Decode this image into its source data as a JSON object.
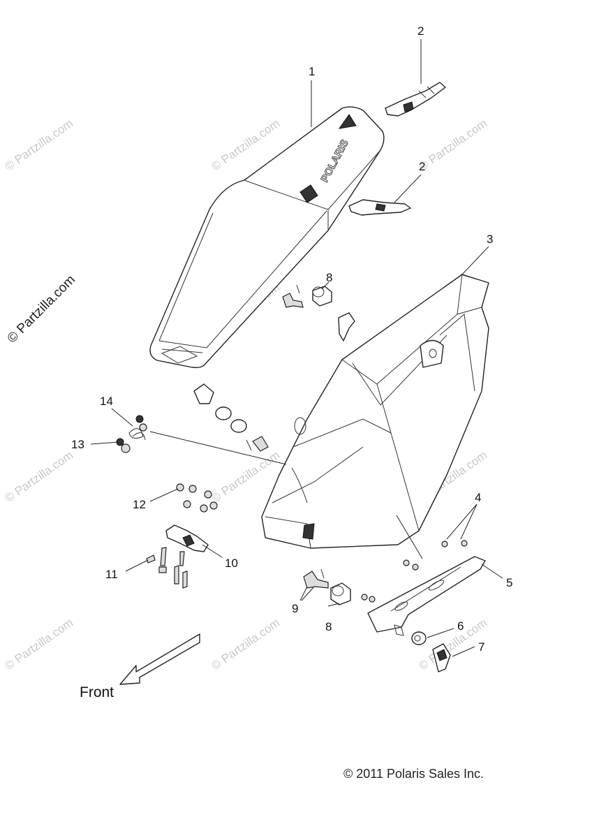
{
  "diagram": {
    "callouts": [
      {
        "id": "c1",
        "text": "1"
      },
      {
        "id": "c2a",
        "text": "2"
      },
      {
        "id": "c2b",
        "text": "2"
      },
      {
        "id": "c3",
        "text": "3"
      },
      {
        "id": "c4",
        "text": "4"
      },
      {
        "id": "c5",
        "text": "5"
      },
      {
        "id": "c6",
        "text": "6"
      },
      {
        "id": "c7",
        "text": "7"
      },
      {
        "id": "c8a",
        "text": "8"
      },
      {
        "id": "c8b",
        "text": "8"
      },
      {
        "id": "c9",
        "text": "9"
      },
      {
        "id": "c10",
        "text": "10"
      },
      {
        "id": "c11",
        "text": "11"
      },
      {
        "id": "c12",
        "text": "12"
      },
      {
        "id": "c13",
        "text": "13"
      },
      {
        "id": "c14",
        "text": "14"
      }
    ],
    "lid_brand_text": "POLARIS",
    "front_label": "Front",
    "copyright": "© 2011 Polaris Sales Inc.",
    "watermark_text": "© Partzilla.com",
    "side_watermark_text": "© Partzilla.com"
  }
}
